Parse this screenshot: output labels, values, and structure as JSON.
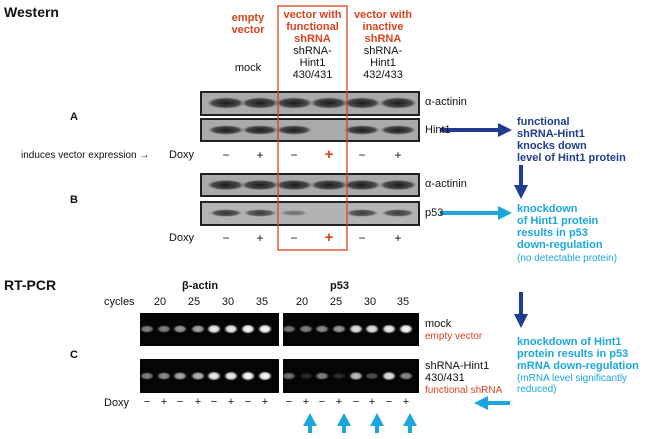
{
  "western": {
    "title": "Western",
    "groups": [
      {
        "label": "empty\nvector",
        "color": "#d9431e"
      },
      {
        "label": "vector with\nfunctional\nshRNA",
        "color": "#d9431e"
      },
      {
        "label": "vector with\ninactive\nshRNA",
        "color": "#d9431e"
      }
    ],
    "sublabels": [
      "mock",
      "shRNA-\nHint1\n430/431",
      "shRNA-\nHint1\n432/433"
    ],
    "panel_a": "A",
    "panel_b": "B",
    "band_labels": {
      "actinin_a": "α-actinin",
      "hint1": "Hint1",
      "actinin_b": "α-actinin",
      "p53": "p53"
    },
    "doxy_note": "induces vector expression →",
    "doxy": "Doxy",
    "signs": [
      "−",
      "+",
      "−",
      "+",
      "−",
      "+"
    ],
    "finding1": "functional\nshRNA-Hint1\nknocks down\nlevel of Hint1 protein",
    "finding2": "knockdown\nof Hint1 protein\nresults in p53\ndown-regulation",
    "finding2_note": "(no detectable protein)"
  },
  "rtpcr": {
    "title": "RT-PCR",
    "gene1": "β-actin",
    "gene2": "p53",
    "cycles_label": "cycles",
    "cycles": [
      "20",
      "25",
      "30",
      "35",
      "20",
      "25",
      "30",
      "35"
    ],
    "panel_c": "C",
    "row1_label": "mock",
    "row1_sub": "empty vector",
    "row2_label": "shRNA-Hint1\n430/431",
    "row2_sub": "functional shRNA",
    "doxy": "Doxy",
    "signs": [
      "−",
      "+",
      "−",
      "+",
      "−",
      "+",
      "−",
      "+",
      "−",
      "+",
      "−",
      "+",
      "−",
      "+",
      "−",
      "+"
    ],
    "finding": "knockdown of Hint1\nprotein results in p53\nmRNA down-regulation",
    "finding_note": "(mRNA level significantly\nreduced)"
  },
  "colors": {
    "accent_red": "#d9431e",
    "dark_blue": "#1f3d91",
    "light_blue": "#1ba7de"
  }
}
